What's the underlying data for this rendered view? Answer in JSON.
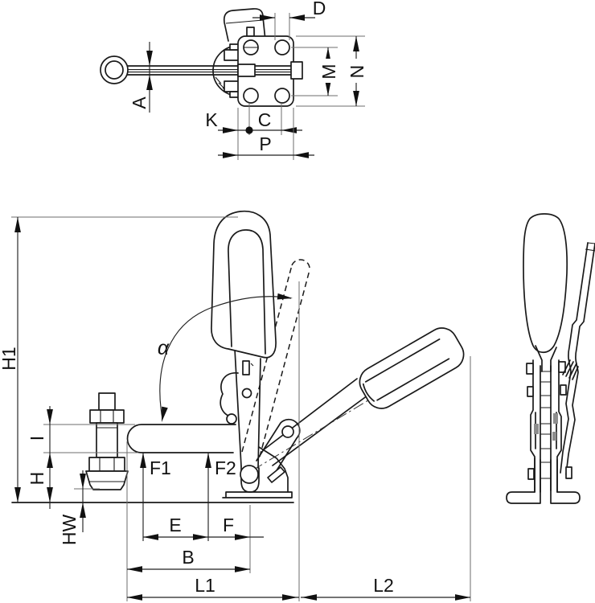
{
  "drawing": {
    "subject": "vertical toggle clamp - dimensioned engineering drawing, three views",
    "background": "#ffffff",
    "line_color": "#1a1a1a",
    "extension_line_color": "#6e6e6e",
    "views": {
      "top": "plan view: mounting plate with 4 holes, clamp arm with ring spindle",
      "front": "front view: closed handle, dashed intermediate and open handle positions",
      "side": "side profile view with base feet"
    },
    "dim_labels": {
      "D": "D",
      "M": "M",
      "N": "N",
      "A": "A",
      "K": "K",
      "C": "C",
      "P": "P",
      "H1": "H1",
      "I": "I",
      "H": "H",
      "HW": "HW",
      "F1": "F1",
      "F2": "F2",
      "E": "E",
      "F": "F",
      "B": "B",
      "L1": "L1",
      "L2": "L2",
      "alpha": "α"
    }
  }
}
